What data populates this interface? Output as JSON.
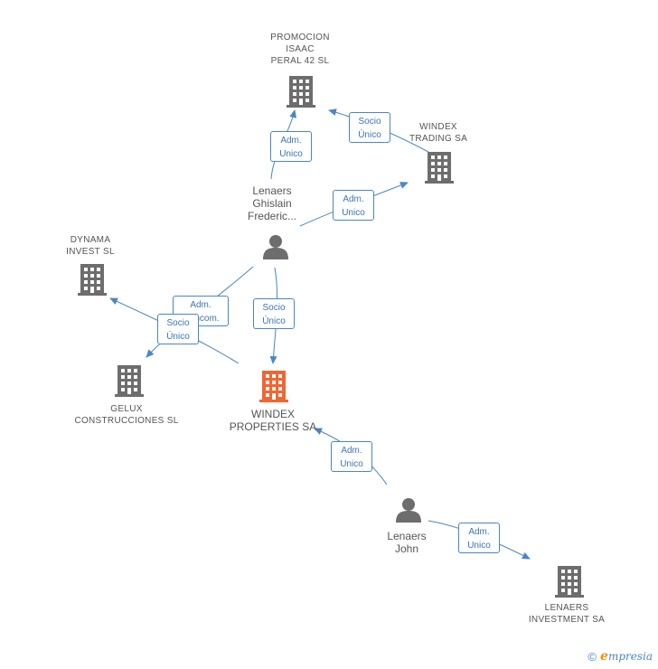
{
  "nodes": {
    "promocion": {
      "label": "PROMOCION\nISAAC\nPERAL 42 SL"
    },
    "windex_trading": {
      "label": "WINDEX\nTRADING SA"
    },
    "lenaers_ghislain": {
      "label": "Lenaers\nGhislain\nFrederic..."
    },
    "dynama": {
      "label": "DYNAMA\nINVEST SL"
    },
    "gelux": {
      "label": "GELUX\nCONSTRUCCIONES SL"
    },
    "windex_properties": {
      "label": "WINDEX\nPROPERTIES SA"
    },
    "lenaers_john": {
      "label": "Lenaers\nJohn"
    },
    "lenaers_investment": {
      "label": "LENAERS\nINVESTMENT SA"
    }
  },
  "edges": {
    "e1": {
      "label": "Adm.\nUnico"
    },
    "e2": {
      "label": "Socio\nÚnico"
    },
    "e3": {
      "label": "Adm.\nUnico"
    },
    "e4": {
      "label": "Adm.\nMancom."
    },
    "e5": {
      "label": "Socio\nÚnico"
    },
    "e6": {
      "label": "Socio\nÚnico"
    },
    "e7": {
      "label": "Adm.\nUnico"
    },
    "e8": {
      "label": "Adm.\nUnico"
    }
  },
  "colors": {
    "edge": "#4a86c8",
    "company": "#6d6d6d",
    "highlight": "#f26532",
    "person": "#6d6d6d"
  },
  "brand": {
    "copyright": "©",
    "initial": "e",
    "name": "mpresia"
  }
}
